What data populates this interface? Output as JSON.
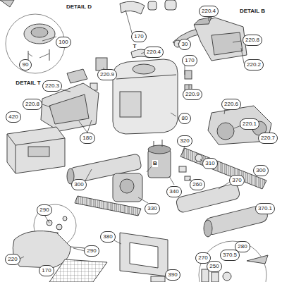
{
  "diagram": {
    "labels": [
      "DETAIL D",
      "DETAIL B",
      "220.4",
      "170",
      "30",
      "220.8",
      "100",
      "90",
      "DETAIL T",
      "T",
      "220.4",
      "170",
      "220.2",
      "220.9",
      "220.9",
      "220.3",
      "80",
      "220.8",
      "220.6",
      "220.1",
      "220.7",
      "180",
      "420",
      "320",
      "310",
      "300",
      "260",
      "340",
      "370",
      "370.1",
      "300",
      "B",
      "330",
      "290",
      "290",
      "380",
      "220",
      "170",
      "270",
      "250",
      "280",
      "370.5",
      "390"
    ]
  }
}
